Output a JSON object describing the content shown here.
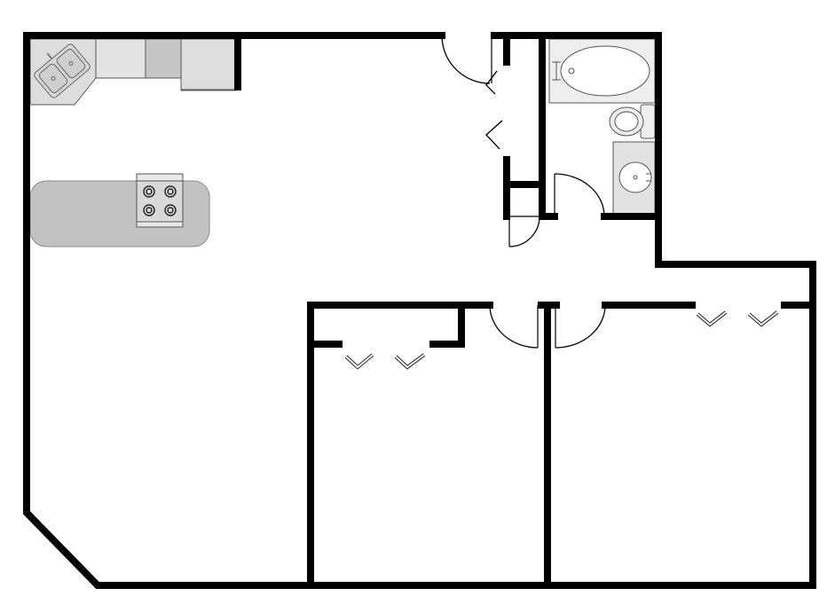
{
  "colors": {
    "wall": "#000000",
    "background": "#ffffff",
    "counter": "#dddddd",
    "counter_dark": "#c4c4c4",
    "island": "#c2c2c2",
    "fixture_line": "#555555",
    "bath_fixture": "#eeeeee"
  },
  "rooms": [
    {
      "id": "living-kitchen"
    },
    {
      "id": "bathroom"
    },
    {
      "id": "hall"
    },
    {
      "id": "bedroom-left"
    },
    {
      "id": "bedroom-right"
    }
  ],
  "icons": {
    "sink": "kitchen-sink-icon",
    "stove": "stove-icon",
    "bathtub": "bathtub-icon",
    "toilet": "toilet-icon",
    "vanity": "bathroom-sink-icon",
    "door": "door-swing-icon",
    "bifold": "bifold-door-icon"
  }
}
